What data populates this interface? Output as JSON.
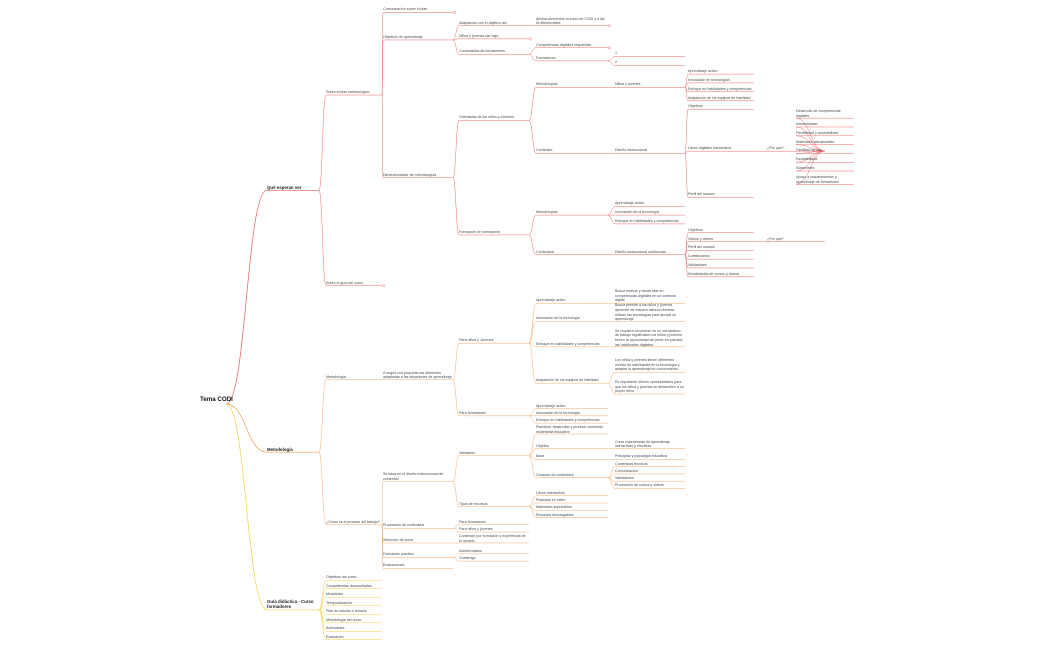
{
  "map": {
    "colors": {
      "red": "#e8595b",
      "orange": "#f2a05a",
      "yellow": "#f4cd3f",
      "marker": "#e8595b"
    },
    "root": "Tema CODI",
    "branches": [
      {
        "label": "Qué esperan ver",
        "children": [
          {
            "label": "Sobre el plan metodológico",
            "children": [
              {
                "label": "Comunicación sobre el plan"
              },
              {
                "label": "Objetivos de aprendizaje",
                "children": [
                  {
                    "label": "Adaptación con el objetivo del",
                    "children": [
                      {
                        "label": "Alinear elementos al curso de CODI y a las IA diferenciales"
                      }
                    ]
                  },
                  {
                    "label": "Niños y jóvenes dar bajo"
                  },
                  {
                    "label": "Conmutados de formaciones",
                    "children": [
                      {
                        "label": "Competencias digitales requeridas"
                      },
                      {
                        "label": "Formadores",
                        "children": [
                          {
                            "label": "1."
                          },
                          {
                            "label": "2."
                          }
                        ]
                      }
                    ]
                  }
                ]
              },
              {
                "label": "Dimensionalizar de metodologías",
                "children": [
                  {
                    "label": "Orientadas de los niños y Jóvenes",
                    "children": [
                      {
                        "label": "Metodologías",
                        "children": [
                          {
                            "label": "Niños y jóvenes",
                            "children": [
                              {
                                "label": "Aprendizaje activo"
                              },
                              {
                                "label": "Innovación en tecnologías"
                              },
                              {
                                "label": "Enfoque en habilidades y competencias"
                              },
                              {
                                "label": "Adaptación de los equipos de habilidad"
                              }
                            ]
                          }
                        ]
                      },
                      {
                        "label": "Contenido",
                        "children": [
                          {
                            "label": "Diseño instruccional",
                            "children": [
                              {
                                "label": "Objetivos"
                              },
                              {
                                "label": "Libros digitales interactivos",
                                "children": [
                                  {
                                    "label": "¿Por qué?",
                                    "children": [
                                      {
                                        "label": "Desarrollo de competencias digitales"
                                      },
                                      {
                                        "label": "Interactividad"
                                      },
                                      {
                                        "label": "Flexibilidad y accesibilidad"
                                      },
                                      {
                                        "label": "Materiales actualizables"
                                      },
                                      {
                                        "label": "Facilidad de uso"
                                      },
                                      {
                                        "label": "Escalabilidad"
                                      },
                                      {
                                        "label": "Sostenibles"
                                      },
                                      {
                                        "label": "Apoyo a requerimientos y aprendizaje de formadores"
                                      }
                                    ]
                                  }
                                ]
                              },
                              {
                                "label": "Perfil del usuario"
                              }
                            ]
                          }
                        ]
                      }
                    ]
                  },
                  {
                    "label": "Formación de formadores",
                    "children": [
                      {
                        "label": "Metodologías",
                        "children": [
                          {
                            "label": "Aprendizaje activo"
                          },
                          {
                            "label": "Innovación de la tecnología"
                          },
                          {
                            "label": "Enfoque en habilidades y competencias"
                          }
                        ]
                      },
                      {
                        "label": "Contenidos",
                        "children": [
                          {
                            "label": "Diseño instruccional multimodal",
                            "children": [
                              {
                                "label": "Objetivos"
                              },
                              {
                                "label": "Videos y videos",
                                "children": [
                                  {
                                    "label": "¿Por qué?"
                                  }
                                ]
                              },
                              {
                                "label": "Perfil del usuario"
                              },
                              {
                                "label": "Cuestionarios"
                              },
                              {
                                "label": "Validadores"
                              },
                              {
                                "label": "Modalidades de cursos y videos"
                              }
                            ]
                          }
                        ]
                      }
                    ]
                  }
                ]
              }
            ]
          },
          {
            "label": "Sobre el guía del curso"
          }
        ]
      },
      {
        "label": "Metodología",
        "children": [
          {
            "label": "Metodología",
            "children": [
              {
                "label": "A seguir con propósito las diferentes adaptadas a las situaciones de aprendizaje",
                "children": [
                  {
                    "label": "Para niños y Jóvenes",
                    "children": [
                      {
                        "label": "Aprendizaje activo",
                        "children": [
                          {
                            "label": "Busca motivar y desarrollar en competencias digitales en un contexto digital."
                          }
                        ]
                      },
                      {
                        "label": "Innovación de la tecnología",
                        "children": [
                          {
                            "label": "Busca permite a los niños y jóvenes aprender de manera natural mientras utilizan las tecnologías para apoyar su aprendizaje."
                          }
                        ]
                      },
                      {
                        "label": "Enfoque en habilidades y competencias",
                        "children": [
                          {
                            "label": "Se requiere conocerse en un mecanismo de trabajo significativo los niños y jóvenes tienen la oportunidad de poner en práctica las habilidades digitales."
                          }
                        ]
                      },
                      {
                        "label": "Adaptación de los equipos de habilidad",
                        "children": [
                          {
                            "label": "Los niños y jóvenes tienen diferentes niveles de habilidades en la tecnología y adaptar la aprendizaje en conocimiento."
                          },
                          {
                            "label": "Es importante ofrecer oportunidades para que los niños y jóvenes se desarrollen a su propio ritmo."
                          }
                        ]
                      }
                    ]
                  },
                  {
                    "label": "Para formadores",
                    "children": [
                      {
                        "label": "Aprendizaje activo"
                      },
                      {
                        "label": "Innovación de la tecnología"
                      },
                      {
                        "label": "Enfoque en habilidades y competencias"
                      }
                    ]
                  }
                ]
              }
            ]
          },
          {
            "label": "¿Cómo es el proceso del trabajo?",
            "children": [
              {
                "label": "Se basa en el diseño instruccional del contenido",
                "children": [
                  {
                    "label": "Validación",
                    "children": [
                      {
                        "label": "Planificar, desarrollar y producir contenido multimedia educativo"
                      },
                      {
                        "label": "Objetivo",
                        "children": [
                          {
                            "label": "Crear experiencias de aprendizaje interactivas y efectivas"
                          }
                        ]
                      },
                      {
                        "label": "Base",
                        "children": [
                          {
                            "label": "Principios y psicología educativa"
                          }
                        ]
                      },
                      {
                        "label": "Creación de contenidos",
                        "children": [
                          {
                            "label": "Contenidos técnicos"
                          },
                          {
                            "label": "Comunicación"
                          },
                          {
                            "label": "Validadores"
                          },
                          {
                            "label": "Producción de cursos y videos"
                          }
                        ]
                      }
                    ]
                  },
                  {
                    "label": "Tipos de recursos",
                    "children": [
                      {
                        "label": "Libros interactivos"
                      },
                      {
                        "label": "Podcasts en video"
                      },
                      {
                        "label": "Materiales imprimibles"
                      },
                      {
                        "label": "Recursos descargables"
                      }
                    ]
                  }
                ]
              },
              {
                "label": "Producción de contenidos",
                "children": [
                  {
                    "label": "Para formadores"
                  },
                  {
                    "label": "Para niños y jóvenes"
                  }
                ]
              },
              {
                "label": "Selección de curso",
                "children": [
                  {
                    "label": "Contenido por formación y experiencia de el usuario"
                  }
                ]
              },
              {
                "label": "Formación practica",
                "children": [
                  {
                    "label": "Autoformación"
                  },
                  {
                    "label": "Guiatengo"
                  }
                ]
              },
              {
                "label": "Evaluaciones"
              }
            ]
          }
        ]
      },
      {
        "label": "Guía didáctica - Curso formadores",
        "children": [
          {
            "label": "Objetivos del curso"
          },
          {
            "label": "Competencias desarrolladas"
          },
          {
            "label": "Modalidad"
          },
          {
            "label": "Temporalización"
          },
          {
            "label": "Plan de estudio o temario"
          },
          {
            "label": "Metodología del curso"
          },
          {
            "label": "Actividades"
          },
          {
            "label": "Evaluación"
          }
        ]
      }
    ]
  }
}
